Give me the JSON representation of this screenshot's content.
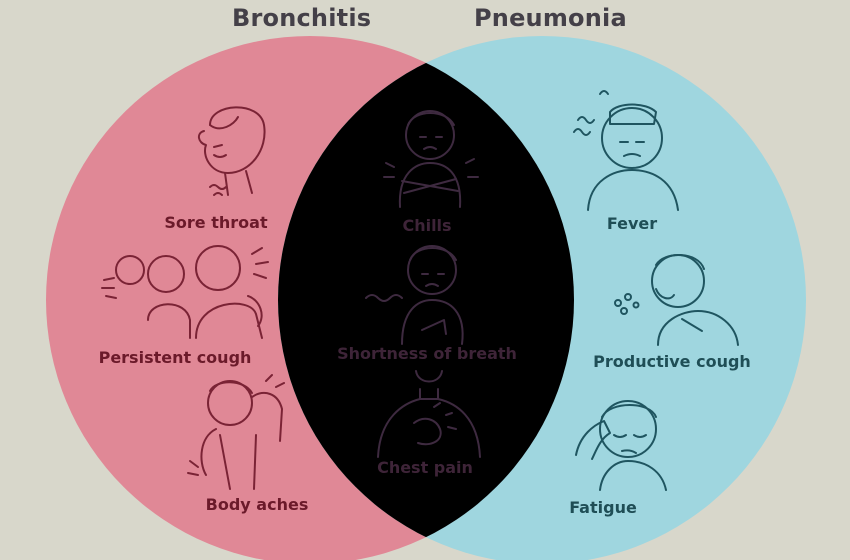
{
  "sets": {
    "left": {
      "title": "Bronchitis",
      "color": "#e08896"
    },
    "right": {
      "title": "Pneumonia",
      "color": "#9fd6df"
    },
    "overlap_color": "#9aa9b9"
  },
  "symptoms": {
    "bronchitis_only": [
      "Sore throat",
      "Persistent cough",
      "Body aches"
    ],
    "both": [
      "Chills",
      "Shortness of breath",
      "Chest pain"
    ],
    "pneumonia_only": [
      "Fever",
      "Productive cough",
      "Fatigue"
    ]
  },
  "icons": {
    "sore_throat": "person-sore-throat-icon",
    "persistent_cough": "people-coughing-icon",
    "body_aches": "person-body-aches-icon",
    "chills": "person-shivering-icon",
    "shortness_of_breath": "person-short-breath-icon",
    "chest_pain": "person-chest-pain-icon",
    "fever": "person-fever-icon",
    "productive_cough": "person-productive-cough-icon",
    "fatigue": "person-fatigue-icon"
  },
  "stroke_colors": {
    "red": "#7a2335",
    "dark": "#3e2a40",
    "teal": "#1f5560"
  }
}
